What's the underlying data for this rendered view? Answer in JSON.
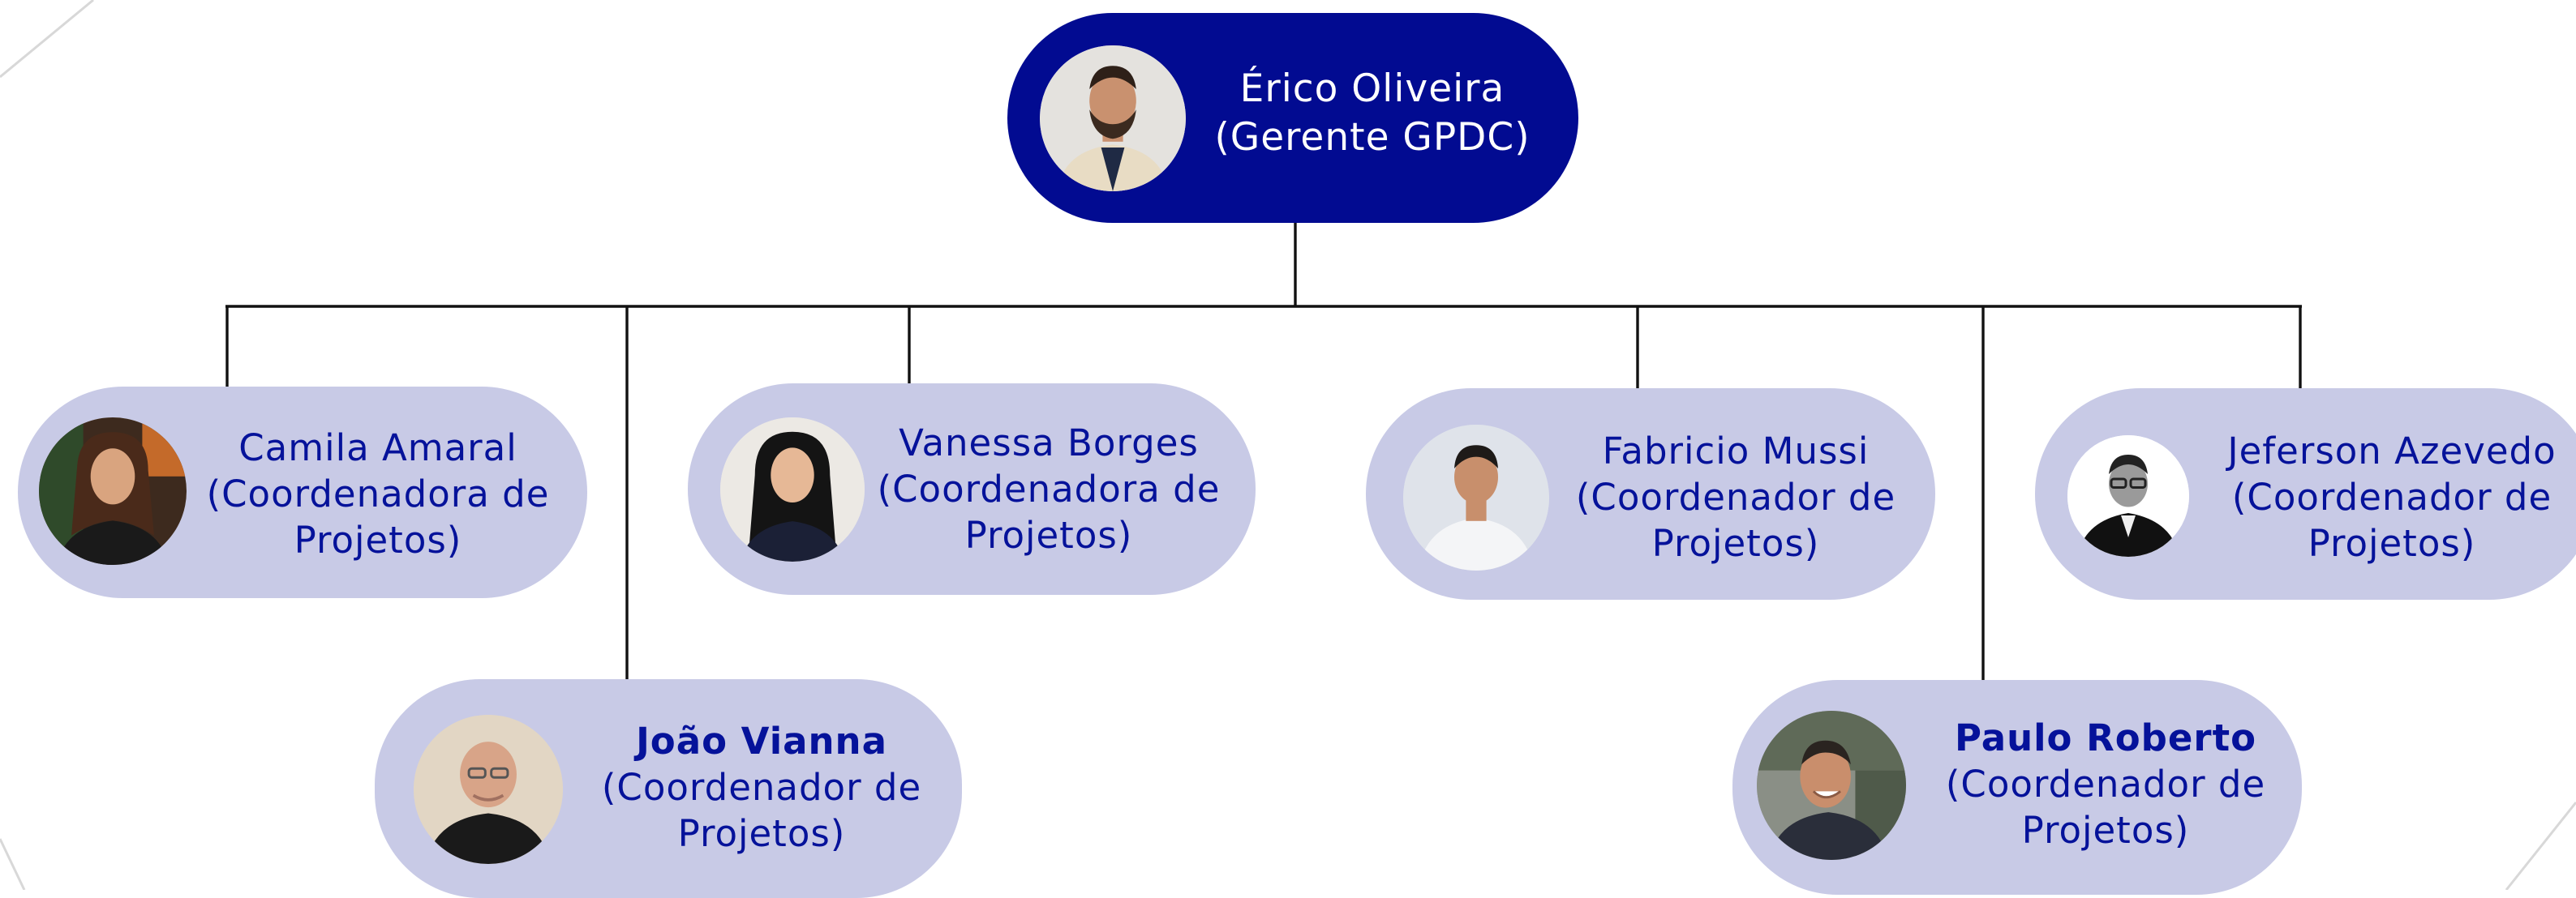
{
  "colors": {
    "root_fill": "#020b91",
    "node_fill": "#c8cae6",
    "node_text": "#05129a",
    "connector": "#111111"
  },
  "manager": {
    "name": "Érico Oliveira",
    "role": "(Gerente GPDC)",
    "avatar_icon": "person-photo-icon"
  },
  "team": [
    {
      "name": "Camila Amaral",
      "role": "(Coordenadora de Projetos)",
      "emphasis": false
    },
    {
      "name": "Vanessa Borges",
      "role": "(Coordenadora de Projetos)",
      "emphasis": false
    },
    {
      "name": "Fabricio Mussi",
      "role": "(Coordenador de Projetos)",
      "emphasis": false
    },
    {
      "name": "Jeferson Azevedo",
      "role": "(Coordenador de Projetos)",
      "emphasis": false
    },
    {
      "name": "João Vianna",
      "role": "(Coordenador de Projetos)",
      "emphasis": true
    },
    {
      "name": "Paulo Roberto",
      "role": "(Coordenador de Projetos)",
      "emphasis": true
    }
  ]
}
